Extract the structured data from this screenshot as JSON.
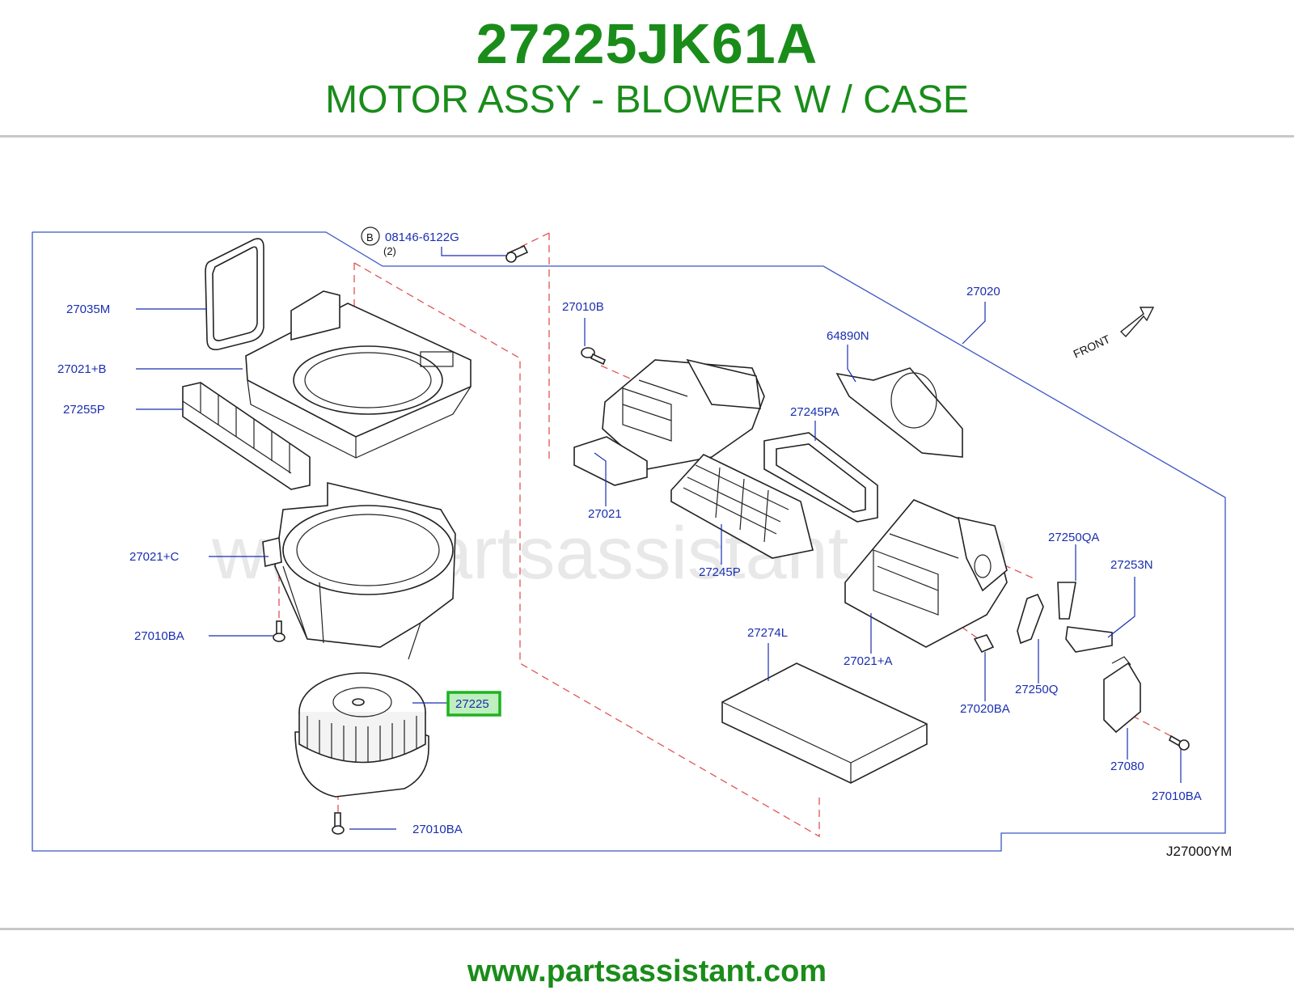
{
  "header": {
    "part_number": "27225JK61A",
    "description": "MOTOR ASSY - BLOWER W / CASE"
  },
  "diagram": {
    "callouts": {
      "p27035M": "27035M",
      "p27021B": "27021+B",
      "p27255P": "27255P",
      "p27021C": "27021+C",
      "p27010BA_a": "27010BA",
      "p27225": "27225",
      "p27010BA_b": "27010BA",
      "p08146": "08146-6122G",
      "p08146_qty": "(2)",
      "p08146_mark": "B",
      "p27010B": "27010B",
      "p27021": "27021",
      "p27020": "27020",
      "p64890N": "64890N",
      "p27245PA": "27245PA",
      "p27245P": "27245P",
      "p27274L": "27274L",
      "p27021A": "27021+A",
      "p27020BA": "27020BA",
      "p27250QA": "27250QA",
      "p27253N": "27253N",
      "p27250Q": "27250Q",
      "p27080": "27080",
      "p27010BA_c": "27010BA"
    },
    "front_label": "FRONT",
    "reference_code": "J27000YM",
    "watermark": "www.partsassistant.com",
    "highlight_color": "#1fb31f",
    "label_color": "#1a2fb0"
  },
  "footer": {
    "url": "www.partsassistant.com"
  }
}
